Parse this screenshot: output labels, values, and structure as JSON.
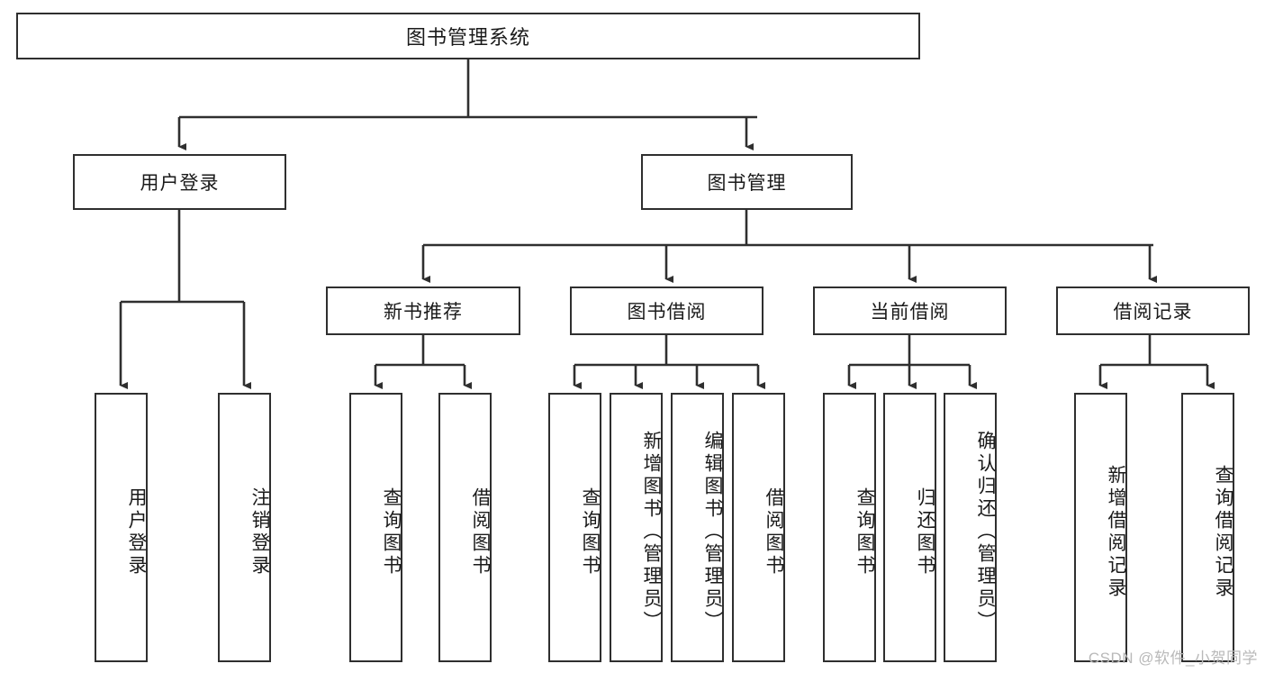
{
  "diagram": {
    "title": "图书管理系统",
    "watermark": "CSDN @软件_小贺同学",
    "colors": {
      "box_border": "#2f2f2f",
      "line": "#2f2f2f",
      "background": "#ffffff",
      "text": "#1a1a1a",
      "watermark": "#b9b9b9"
    },
    "root": {
      "label": "图书管理系统"
    },
    "level2": [
      {
        "label": "用户登录"
      },
      {
        "label": "图书管理"
      }
    ],
    "level3": [
      {
        "label": "新书推荐"
      },
      {
        "label": "图书借阅"
      },
      {
        "label": "当前借阅"
      },
      {
        "label": "借阅记录"
      }
    ],
    "leaves": {
      "user_login": [
        {
          "label": "用户登录"
        },
        {
          "label": "注销登录"
        }
      ],
      "new_book": [
        {
          "label": "查询图书"
        },
        {
          "label": "借阅图书"
        }
      ],
      "book_borrow": [
        {
          "label": "查询图书"
        },
        {
          "label": "新增图书（管理员）"
        },
        {
          "label": "编辑图书（管理员）"
        },
        {
          "label": "借阅图书"
        }
      ],
      "current_borrow": [
        {
          "label": "查询图书"
        },
        {
          "label": "归还图书"
        },
        {
          "label": "确认归还（管理员）"
        }
      ],
      "borrow_record": [
        {
          "label": "新增借阅记录"
        },
        {
          "label": "查询借阅记录"
        }
      ]
    }
  }
}
